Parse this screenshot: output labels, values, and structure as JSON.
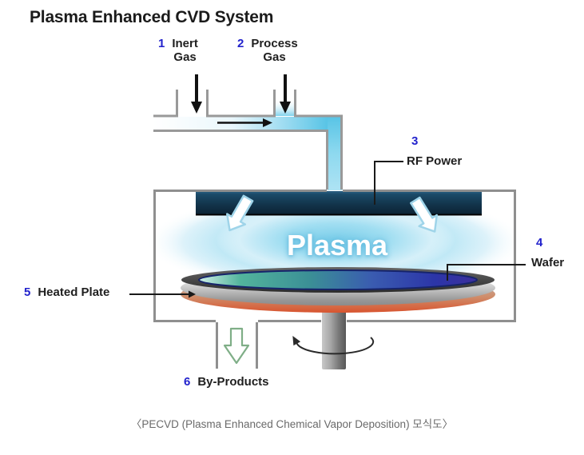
{
  "title": "Plasma Enhanced CVD System",
  "plasma_label": "Plasma",
  "labels": {
    "inert_gas": {
      "num": "1",
      "line1": "Inert",
      "line2": "Gas"
    },
    "process_gas": {
      "num": "2",
      "line1": "Process",
      "line2": "Gas"
    },
    "rf_power": {
      "num": "3",
      "text": "RF Power"
    },
    "wafer": {
      "num": "4",
      "text": "Wafer"
    },
    "heated_plate": {
      "num": "5",
      "text": "Heated Plate"
    },
    "by_products": {
      "num": "6",
      "text": "By-Products"
    }
  },
  "caption": "〈PECVD (Plasma Enhanced Chemical Vapor Deposition) 모식도〉",
  "icons": {
    "gas_inlet_arrows": "down-arrow",
    "flow_arrow": "right-arrow",
    "plasma_down_arrows": "down-arrow-outline",
    "byproducts_arrow": "down-arrow-outline",
    "rotation_arrow": "rotation-ellipse-arrow"
  },
  "colors": {
    "number_blue": "#2222cc",
    "label_text": "#1f1f1f",
    "electrode_navy": "#133750",
    "plasma_cyan": "#8fd8ef",
    "pipe_cyan": "#58c4e6",
    "wall_gray": "#8f8f8f",
    "wafer_teal": "#3e9e98",
    "wafer_blue": "#2c35a8",
    "heat_red": "#d8542e",
    "byproduct_green": "#7fae87",
    "caption_gray": "#6a6a6a"
  }
}
